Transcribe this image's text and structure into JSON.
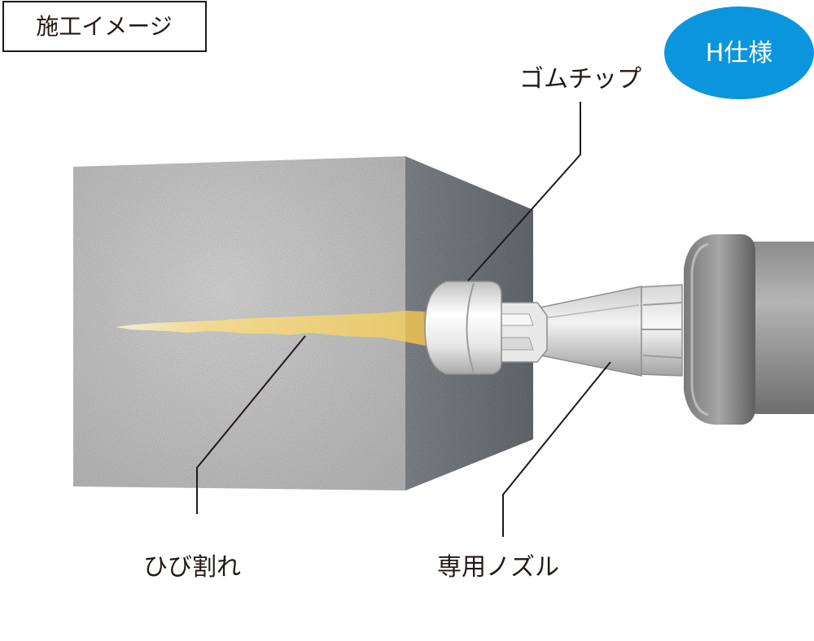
{
  "title": "施工イメージ",
  "badge": {
    "text": "H仕様",
    "color": "#0b95dd"
  },
  "callouts": {
    "rubber_tip": "ゴムチップ",
    "crack": "ひび割れ",
    "nozzle": "専用ノズル"
  },
  "colors": {
    "concrete_front": "#d3d3d3",
    "concrete_side": "#7e8286",
    "crack_fill": "#f1d98f",
    "leader": "#231815"
  }
}
